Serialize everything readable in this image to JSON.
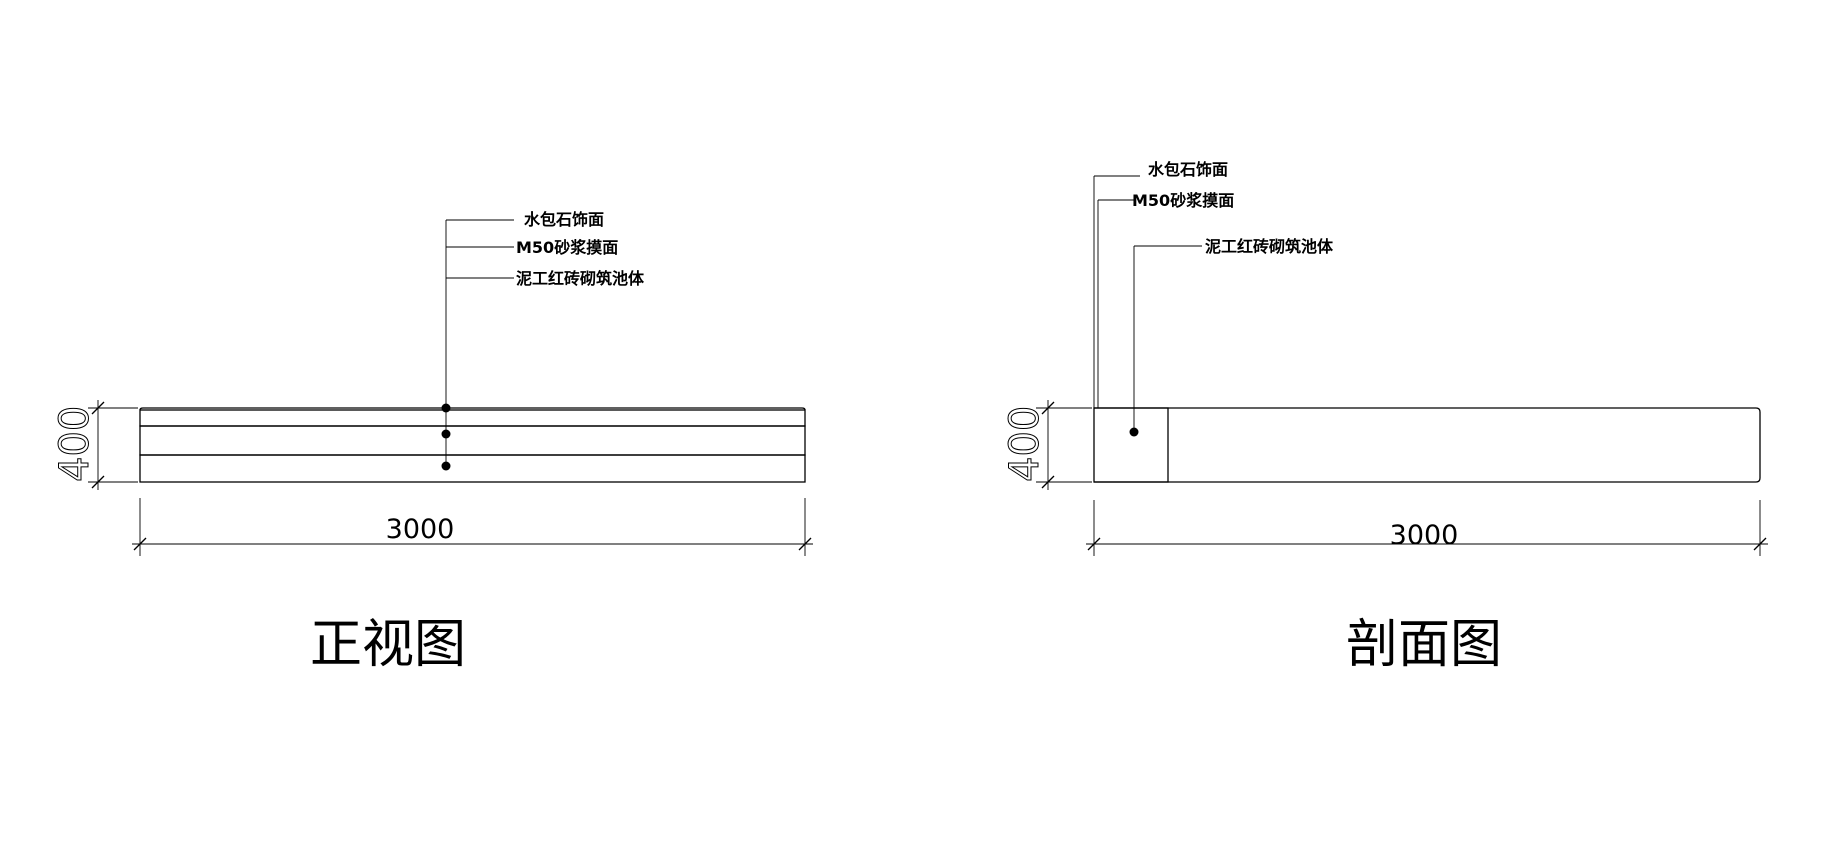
{
  "front_view": {
    "title": "正视图",
    "height_dim": "400",
    "width_dim": "3000",
    "callouts": [
      "水包石饰面",
      "M50砂浆摸面",
      "泥工红砖砌筑池体"
    ]
  },
  "section_view": {
    "title": "剖面图",
    "height_dim": "400",
    "width_dim": "3000",
    "callouts": [
      "水包石饰面",
      "M50砂浆摸面",
      "泥工红砖砌筑池体"
    ]
  },
  "colors": {
    "line": "#000000",
    "background": "#ffffff"
  }
}
